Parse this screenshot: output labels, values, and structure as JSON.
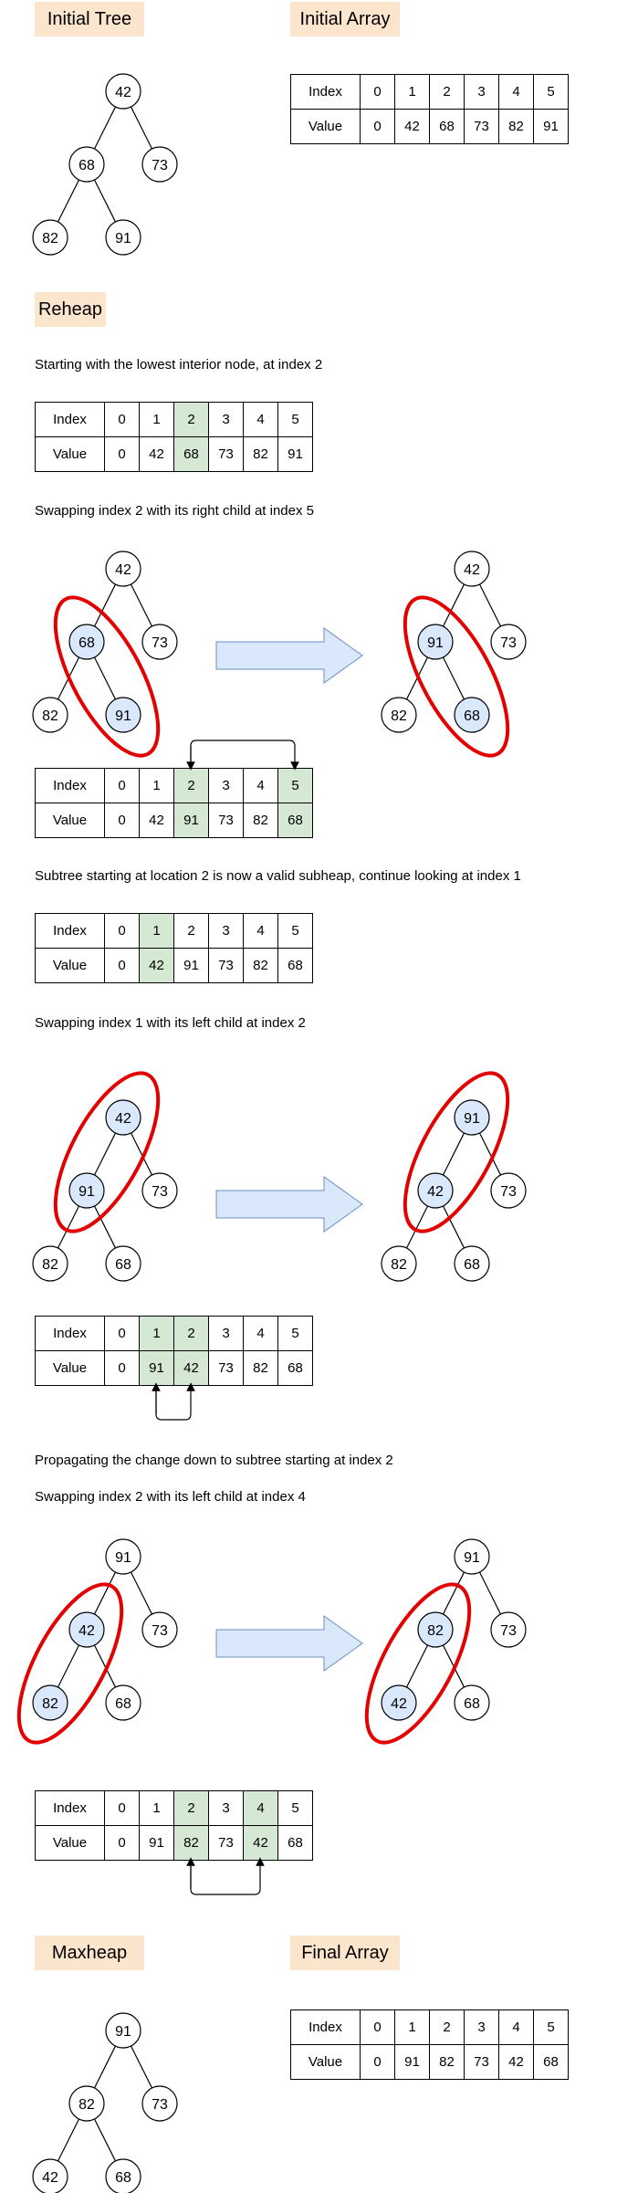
{
  "headers": {
    "initial_tree": "Initial Tree",
    "initial_array": "Initial Array",
    "reheap": "Reheap",
    "maxheap": "Maxheap",
    "final_array": "Final Array"
  },
  "captions": {
    "step1": "Starting with the lowest interior node, at index 2",
    "step2": "Swapping index 2 with its right child at index 5",
    "step3": "Subtree starting at location 2 is now a valid subheap, continue looking at index 1",
    "step4": "Swapping index 1 with its left child at index 2",
    "step5": "Propagating the change down to subtree starting at index 2",
    "step6": "Swapping index 2 with its left child at index 4"
  },
  "table_labels": {
    "index": "Index",
    "value": "Value"
  },
  "indices": [
    "0",
    "1",
    "2",
    "3",
    "4",
    "5"
  ],
  "arrays": {
    "initial": [
      "0",
      "42",
      "68",
      "73",
      "82",
      "91"
    ],
    "step1": [
      "0",
      "42",
      "68",
      "73",
      "82",
      "91"
    ],
    "step2": [
      "0",
      "42",
      "91",
      "73",
      "82",
      "68"
    ],
    "step3": [
      "0",
      "42",
      "91",
      "73",
      "82",
      "68"
    ],
    "step4": [
      "0",
      "91",
      "42",
      "73",
      "82",
      "68"
    ],
    "step6": [
      "0",
      "91",
      "82",
      "73",
      "42",
      "68"
    ],
    "final": [
      "0",
      "91",
      "82",
      "73",
      "42",
      "68"
    ]
  },
  "highlights": {
    "step1": [
      2
    ],
    "step2": [
      2,
      5
    ],
    "step3": [
      1
    ],
    "step4": [
      1,
      2
    ],
    "step6": [
      2,
      4
    ]
  },
  "trees": {
    "initial": {
      "root": "42",
      "left": "68",
      "right": "73",
      "ll": "82",
      "lr": "91"
    },
    "step2_before": {
      "root": "42",
      "left": "68",
      "right": "73",
      "ll": "82",
      "lr": "91"
    },
    "step2_after": {
      "root": "42",
      "left": "91",
      "right": "73",
      "ll": "82",
      "lr": "68"
    },
    "step4_before": {
      "root": "42",
      "left": "91",
      "right": "73",
      "ll": "82",
      "lr": "68"
    },
    "step4_after": {
      "root": "91",
      "left": "42",
      "right": "73",
      "ll": "82",
      "lr": "68"
    },
    "step6_before": {
      "root": "91",
      "left": "42",
      "right": "73",
      "ll": "82",
      "lr": "68"
    },
    "step6_after": {
      "root": "91",
      "left": "82",
      "right": "73",
      "ll": "42",
      "lr": "68"
    },
    "final": {
      "root": "91",
      "left": "82",
      "right": "73",
      "ll": "42",
      "lr": "68"
    }
  },
  "colors": {
    "header_bg": "#fce5cd",
    "highlight_cell": "#d5e8d4",
    "highlight_node": "#dae8fc",
    "arrow_fill": "#dae8fc",
    "arrow_stroke": "#6c8ebf",
    "ellipse": "#e30000"
  }
}
